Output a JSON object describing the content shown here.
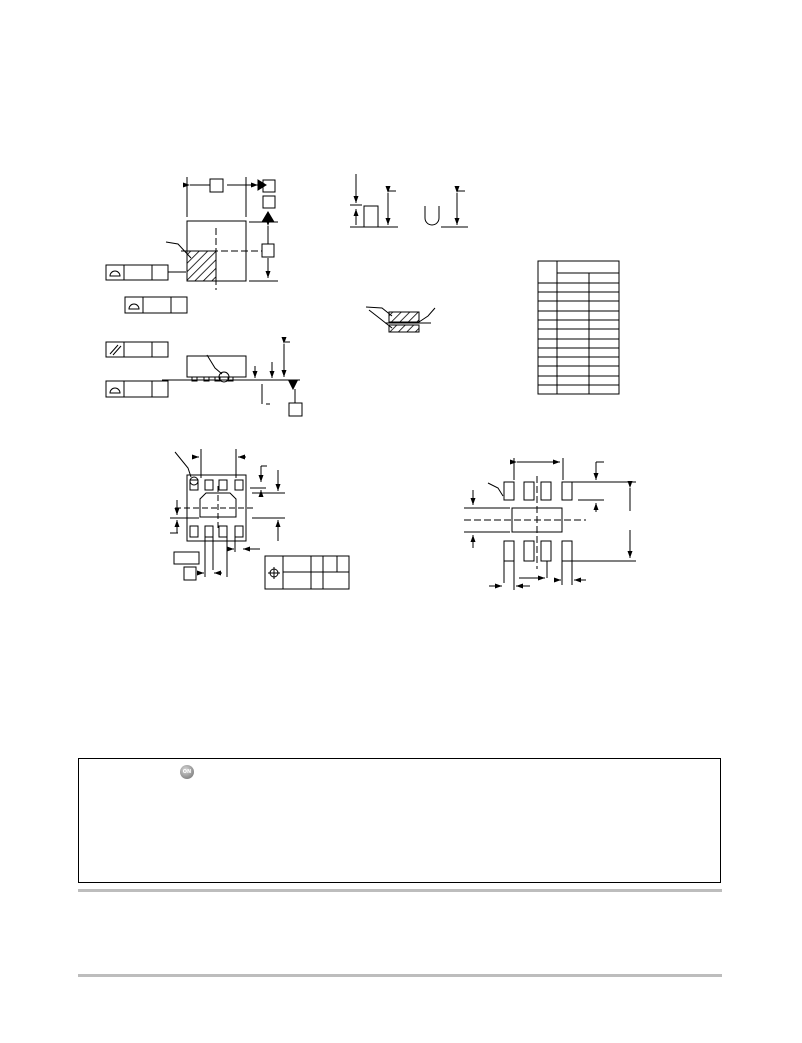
{
  "document": {
    "logo_text": "ON"
  },
  "palette": {
    "line": "#000000",
    "rule": "#bdbdbd",
    "logo": "#8a8a8a",
    "background": "#ffffff"
  },
  "views": [
    {
      "name": "top-view"
    },
    {
      "name": "side-view"
    },
    {
      "name": "detail-terminal-views"
    },
    {
      "name": "detail-plating-view"
    },
    {
      "name": "dimension-table"
    },
    {
      "name": "bottom-view"
    },
    {
      "name": "recommended-mounting-footprint"
    }
  ],
  "icons": [
    "logo-icon",
    "flatness-icon",
    "profile-surface-icon",
    "parallelism-icon",
    "position-icon"
  ]
}
